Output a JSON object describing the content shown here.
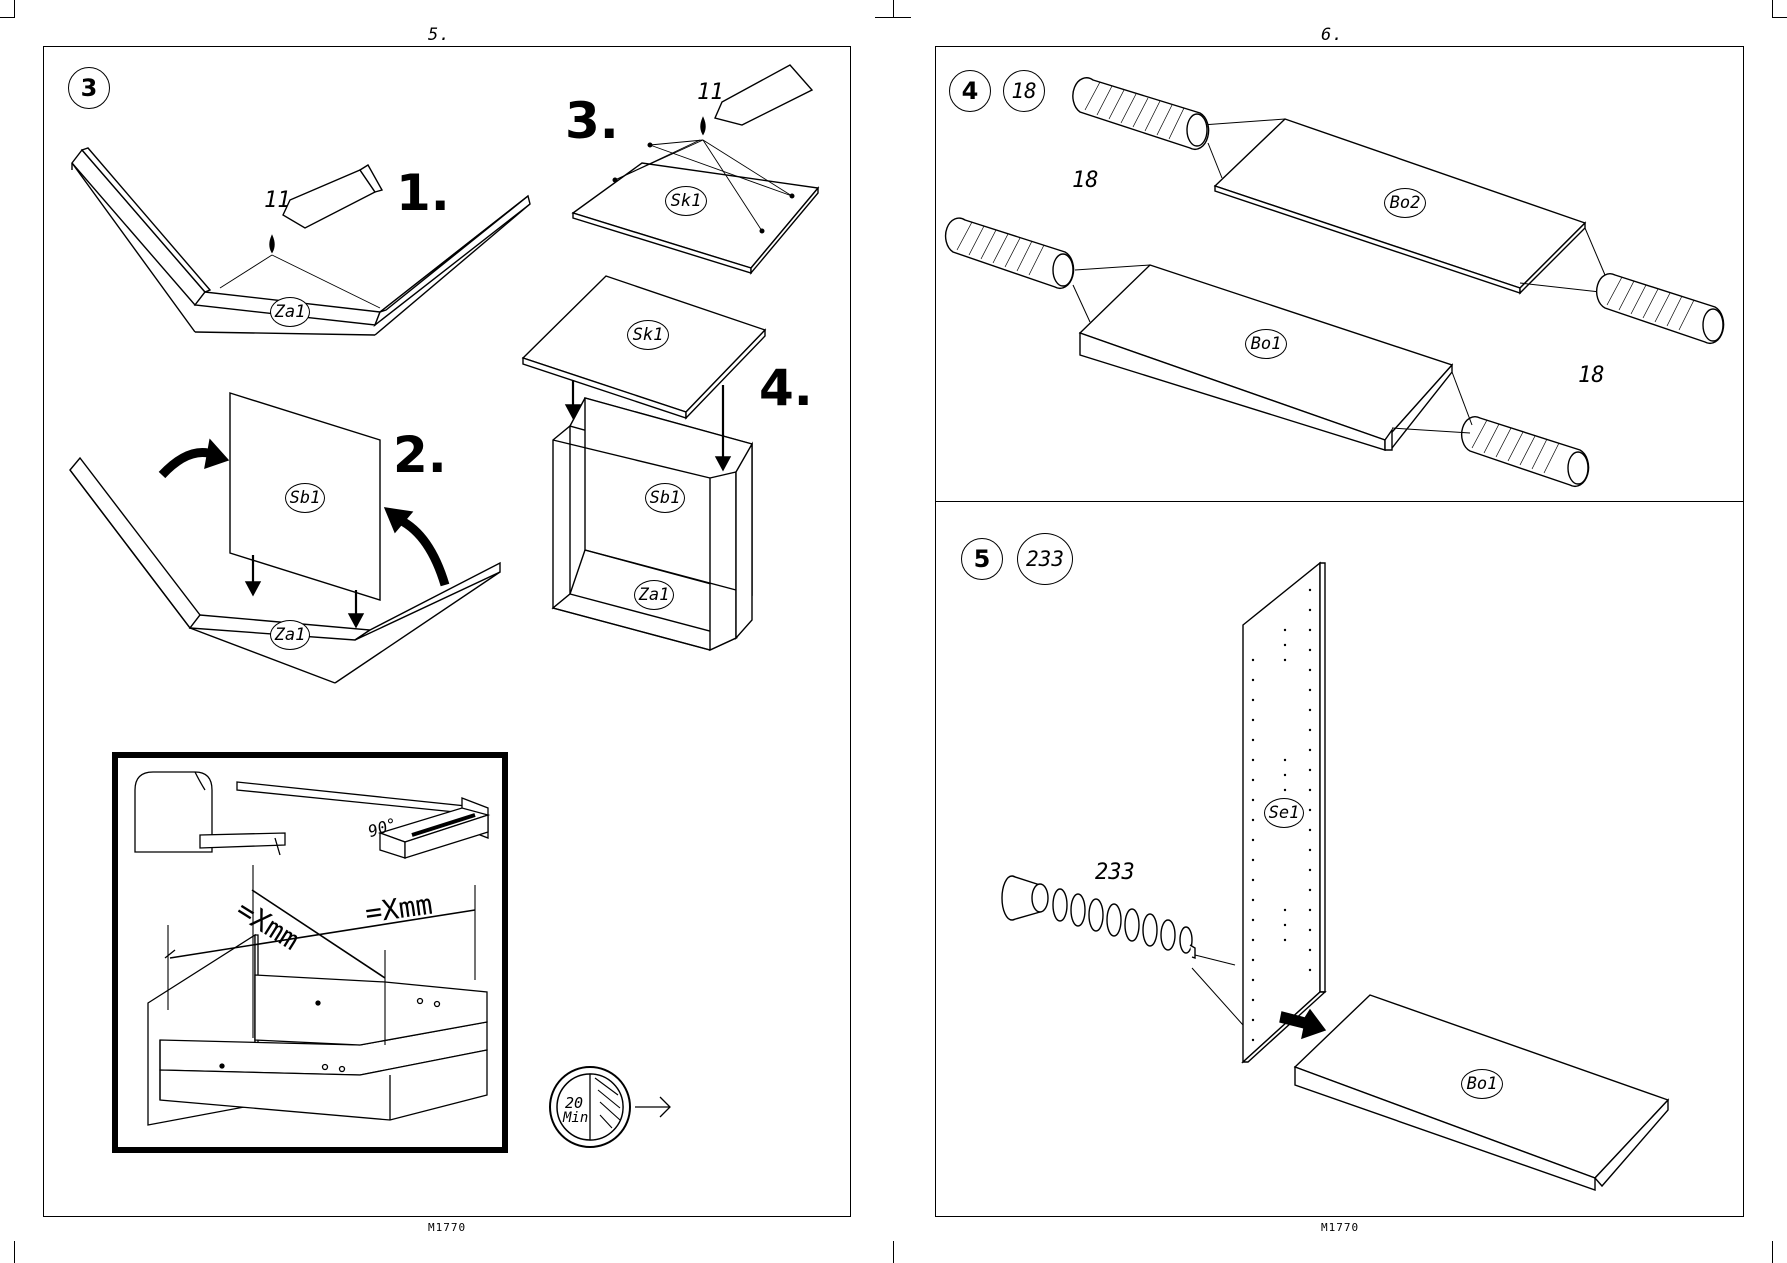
{
  "left_page": {
    "page_number": "5.",
    "doc_code": "M1770",
    "step_number": "3",
    "substeps": [
      "1.",
      "2.",
      "3.",
      "4."
    ],
    "glue_ref": "11",
    "parts": {
      "za1": "Za1",
      "sb1": "Sb1",
      "sk1": "Sk1"
    },
    "measure": {
      "diag_label_1": "=Xmm",
      "diag_label_2": "=Xmm",
      "angle": "90°"
    },
    "timer": {
      "value": "20",
      "unit": "Min"
    }
  },
  "right_page": {
    "page_number": "6.",
    "doc_code": "M1770",
    "step4": {
      "step_number": "4",
      "qty_circle": "18",
      "qty_labels": [
        "18",
        "18"
      ],
      "parts": {
        "bo2": "Bo2",
        "bo1": "Bo1"
      }
    },
    "step5": {
      "step_number": "5",
      "qty_circle": "233",
      "qty_label": "233",
      "parts": {
        "se1": "Se1",
        "bo1": "Bo1"
      }
    }
  }
}
